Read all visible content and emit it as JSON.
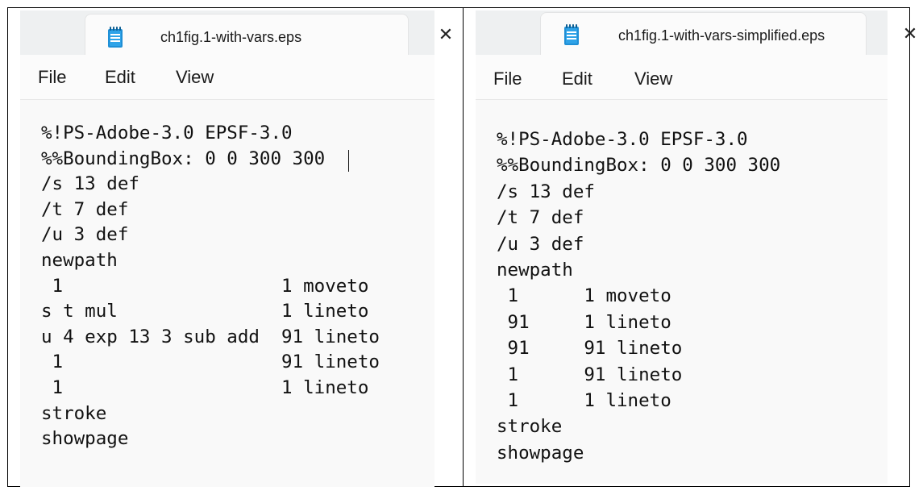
{
  "windows": [
    {
      "tab_title": "ch1fig.1-with-vars.eps",
      "close_glyph": "✕",
      "menu": [
        "File",
        "Edit",
        "View"
      ],
      "code": "%!PS-Adobe-3.0 EPSF-3.0\n%%BoundingBox: 0 0 300 300\n/s 13 def\n/t 7 def\n/u 3 def\nnewpath\n 1                    1 moveto\ns t mul               1 lineto\nu 4 exp 13 3 sub add  91 lineto\n 1                    91 lineto\n 1                    1 lineto\nstroke\nshowpage"
    },
    {
      "tab_title": "ch1fig.1-with-vars-simplified.eps",
      "close_glyph": "✕",
      "menu": [
        "File",
        "Edit",
        "View"
      ],
      "code": "%!PS-Adobe-3.0 EPSF-3.0\n%%BoundingBox: 0 0 300 300\n/s 13 def\n/t 7 def\n/u 3 def\nnewpath\n 1      1 moveto\n 91     1 lineto\n 91     91 lineto\n 1      91 lineto\n 1      1 lineto\nstroke\nshowpage"
    }
  ],
  "icons": {
    "tab_icon": "notepad-icon",
    "close_icon": "close-icon"
  },
  "colors": {
    "icon_blue": "#1f8fd6",
    "tab_strip": "#eef0f1",
    "editor_bg": "#f9f9f9"
  }
}
